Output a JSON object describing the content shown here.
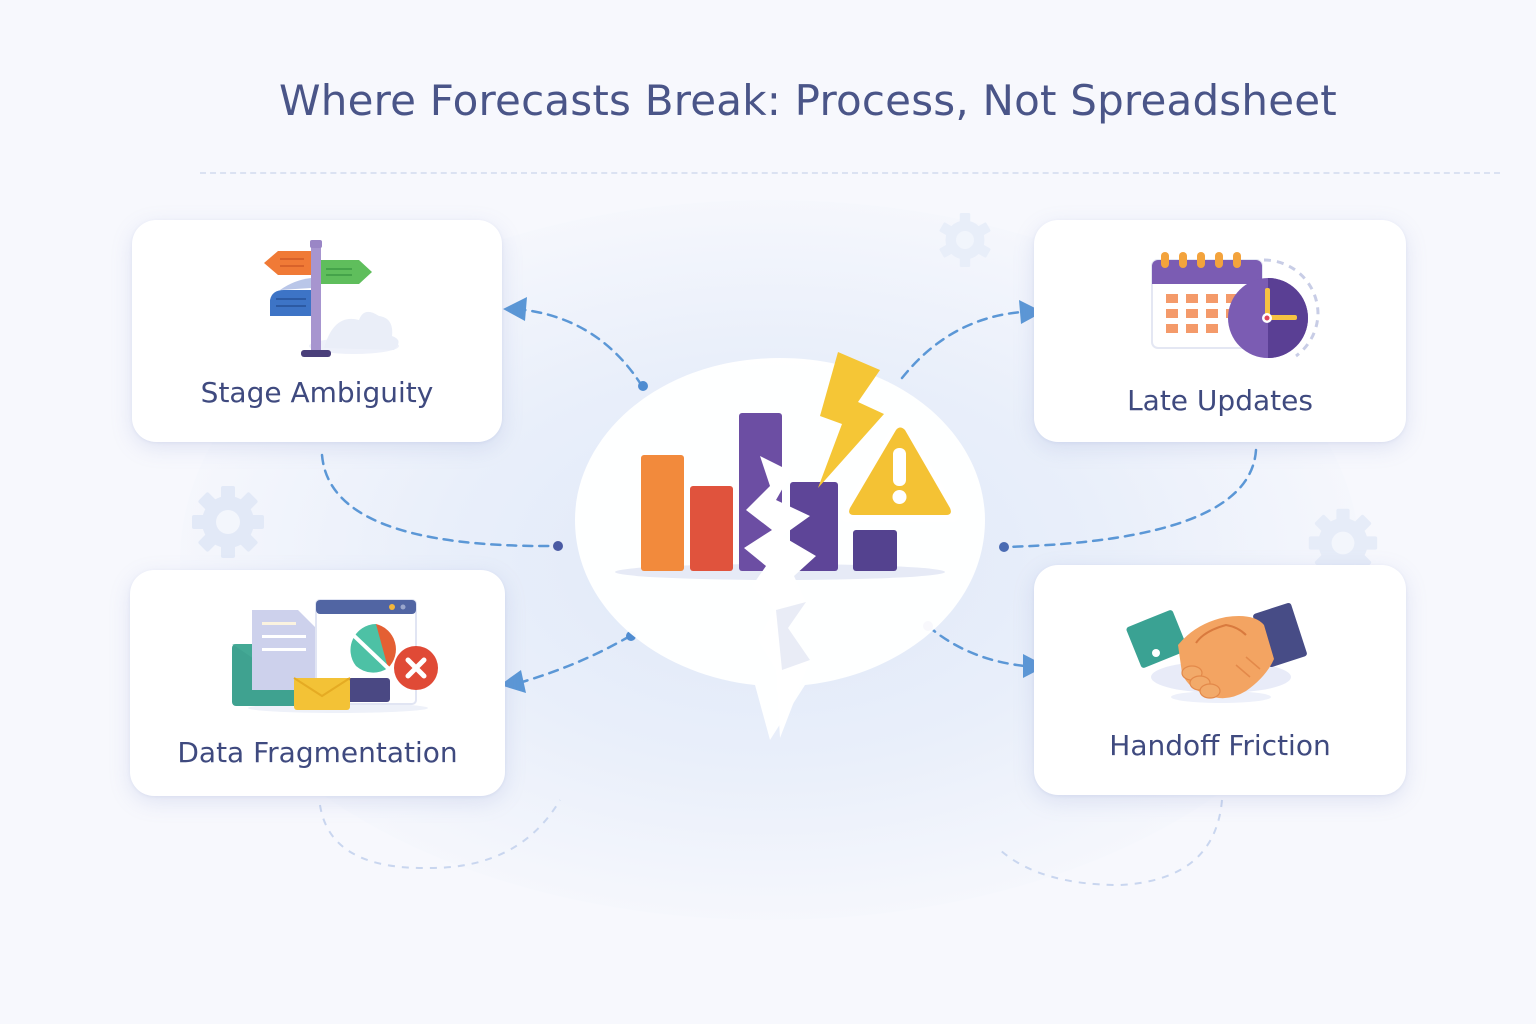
{
  "title": "Where Forecasts Break: Process, Not Spreadsheet",
  "center": {
    "icon": "broken-bar-chart-speech-bubble-icon",
    "accent_icons": [
      "lightning-bolt-icon",
      "warning-triangle-icon"
    ],
    "bar_colors": [
      "#f28a3c",
      "#e0533d",
      "#6c4ea3",
      "#5e4598",
      "#54428f"
    ]
  },
  "cards": [
    {
      "id": "stage-ambiguity",
      "label": "Stage Ambiguity",
      "icon": "signpost-icon",
      "position": "top-left"
    },
    {
      "id": "late-updates",
      "label": "Late Updates",
      "icon": "calendar-clock-icon",
      "position": "top-right"
    },
    {
      "id": "data-fragmentation",
      "label": "Data Fragmentation",
      "icon": "scattered-documents-icon",
      "position": "bottom-left"
    },
    {
      "id": "handoff-friction",
      "label": "Handoff Friction",
      "icon": "handshake-icon",
      "position": "bottom-right"
    }
  ],
  "colors": {
    "title": "#4a5588",
    "label": "#3f4a7f",
    "connector": "#5b97d6",
    "background": "#f7f8fd"
  }
}
